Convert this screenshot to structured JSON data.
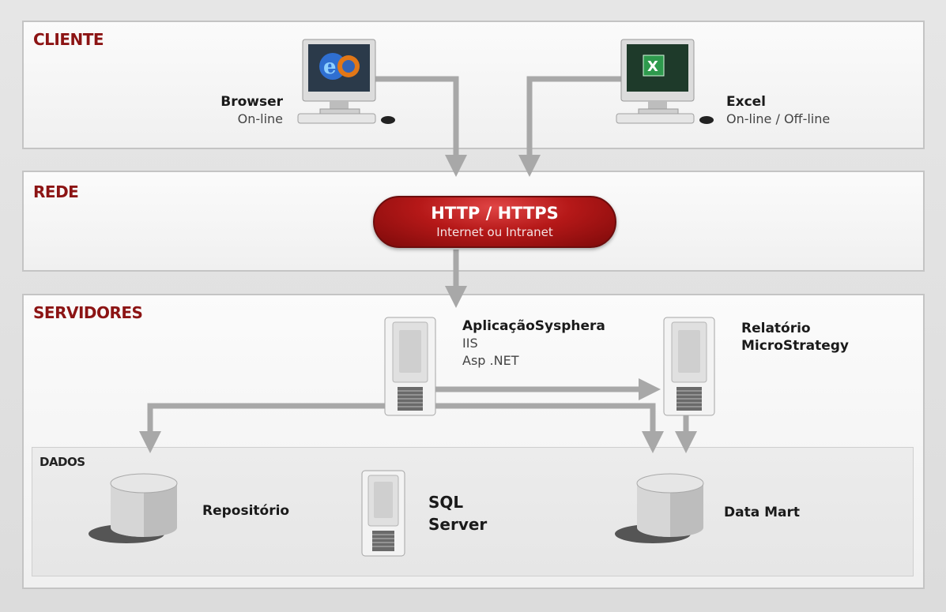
{
  "sections": {
    "cliente": "CLIENTE",
    "rede": "REDE",
    "servidores": "SERVIDORES",
    "dados": "DADOS"
  },
  "client": {
    "browser": {
      "title": "Browser",
      "subtitle": "On-line"
    },
    "excel": {
      "title": "Excel",
      "subtitle": "On-line / Off-line"
    }
  },
  "network": {
    "protocol": "HTTP / HTTPS",
    "scope": "Internet ou Intranet"
  },
  "servers": {
    "app": {
      "title": "AplicaçãoSysphera",
      "line1": "IIS",
      "line2": "Asp .NET"
    },
    "report": {
      "line1": "Relatório",
      "line2": "MicroStrategy"
    }
  },
  "data": {
    "repo": "Repositório",
    "sql_line1": "SQL",
    "sql_line2": "Server",
    "mart": "Data Mart"
  },
  "colors": {
    "accent": "#8c1414",
    "arrow": "#a8a8a8",
    "pill": "#b51818"
  },
  "icons": [
    "browser-monitor-icon",
    "excel-monitor-icon",
    "server-tower-icon",
    "database-cylinder-icon"
  ]
}
